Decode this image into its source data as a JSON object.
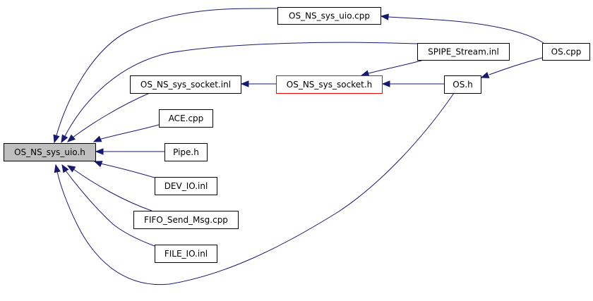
{
  "diagram": {
    "type": "include-dependency-graph",
    "edge_color": "#191970",
    "root_fill": "#bfbfbf",
    "highlight_border": "#ff0000",
    "nodes": [
      {
        "id": "uio_h",
        "label": "OS_NS_sys_uio.h",
        "root": true
      },
      {
        "id": "uio_cpp",
        "label": "OS_NS_sys_uio.cpp"
      },
      {
        "id": "spipe",
        "label": "SPIPE_Stream.inl"
      },
      {
        "id": "os_cpp",
        "label": "OS.cpp"
      },
      {
        "id": "socket_inl",
        "label": "OS_NS_sys_socket.inl"
      },
      {
        "id": "socket_h",
        "label": "OS_NS_sys_socket.h",
        "highlight": true
      },
      {
        "id": "os_h",
        "label": "OS.h"
      },
      {
        "id": "ace_cpp",
        "label": "ACE.cpp"
      },
      {
        "id": "pipe_h",
        "label": "Pipe.h"
      },
      {
        "id": "dev_io",
        "label": "DEV_IO.inl"
      },
      {
        "id": "fifo",
        "label": "FIFO_Send_Msg.cpp"
      },
      {
        "id": "file_io",
        "label": "FILE_IO.inl"
      }
    ],
    "edges": [
      {
        "from": "uio_cpp",
        "to": "uio_h"
      },
      {
        "from": "spipe",
        "to": "uio_h"
      },
      {
        "from": "socket_inl",
        "to": "uio_h"
      },
      {
        "from": "ace_cpp",
        "to": "uio_h"
      },
      {
        "from": "pipe_h",
        "to": "uio_h"
      },
      {
        "from": "dev_io",
        "to": "uio_h"
      },
      {
        "from": "fifo",
        "to": "uio_h"
      },
      {
        "from": "file_io",
        "to": "uio_h"
      },
      {
        "from": "os_h",
        "to": "uio_h"
      },
      {
        "from": "socket_h",
        "to": "socket_inl"
      },
      {
        "from": "spipe",
        "to": "socket_h"
      },
      {
        "from": "os_h",
        "to": "socket_h"
      },
      {
        "from": "os_cpp",
        "to": "uio_cpp"
      },
      {
        "from": "os_cpp",
        "to": "os_h"
      }
    ]
  }
}
